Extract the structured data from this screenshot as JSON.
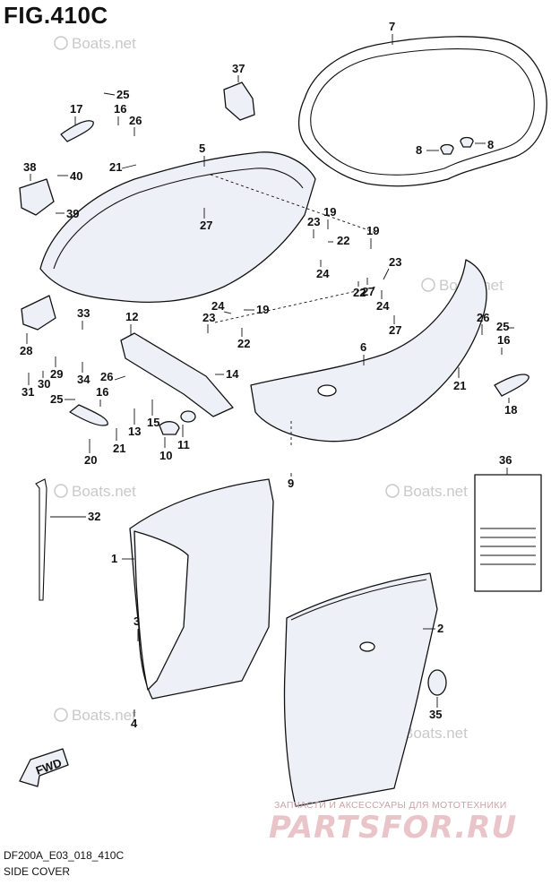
{
  "figure": {
    "title": "FIG.410C",
    "code": "DF200A_E03_018_410C",
    "caption": "SIDE COVER"
  },
  "watermark": {
    "text": "Boats.net"
  },
  "brand": {
    "tagline": "ЗАПЧАСТИ И АКСЕССУАРЫ ДЛЯ МОТОТЕХНИКИ",
    "logo_text": "PARTSFOR.RU"
  },
  "callouts": [
    {
      "num": "1"
    },
    {
      "num": "2"
    },
    {
      "num": "3"
    },
    {
      "num": "4"
    },
    {
      "num": "5"
    },
    {
      "num": "6"
    },
    {
      "num": "7"
    },
    {
      "num": "8"
    },
    {
      "num": "8"
    },
    {
      "num": "9"
    },
    {
      "num": "10"
    },
    {
      "num": "11"
    },
    {
      "num": "12"
    },
    {
      "num": "13"
    },
    {
      "num": "14"
    },
    {
      "num": "15"
    },
    {
      "num": "16"
    },
    {
      "num": "16"
    },
    {
      "num": "16"
    },
    {
      "num": "17"
    },
    {
      "num": "18"
    },
    {
      "num": "19"
    },
    {
      "num": "19"
    },
    {
      "num": "19"
    },
    {
      "num": "20"
    },
    {
      "num": "21"
    },
    {
      "num": "21"
    },
    {
      "num": "21"
    },
    {
      "num": "22"
    },
    {
      "num": "22"
    },
    {
      "num": "22"
    },
    {
      "num": "23"
    },
    {
      "num": "23"
    },
    {
      "num": "23"
    },
    {
      "num": "24"
    },
    {
      "num": "24"
    },
    {
      "num": "24"
    },
    {
      "num": "25"
    },
    {
      "num": "25"
    },
    {
      "num": "25"
    },
    {
      "num": "26"
    },
    {
      "num": "26"
    },
    {
      "num": "26"
    },
    {
      "num": "27"
    },
    {
      "num": "27"
    },
    {
      "num": "27"
    },
    {
      "num": "28"
    },
    {
      "num": "29"
    },
    {
      "num": "30"
    },
    {
      "num": "31"
    },
    {
      "num": "32"
    },
    {
      "num": "33"
    },
    {
      "num": "34"
    },
    {
      "num": "35"
    },
    {
      "num": "36"
    },
    {
      "num": "37"
    },
    {
      "num": "38"
    },
    {
      "num": "39"
    },
    {
      "num": "40"
    }
  ],
  "fwd_label": "FWD"
}
